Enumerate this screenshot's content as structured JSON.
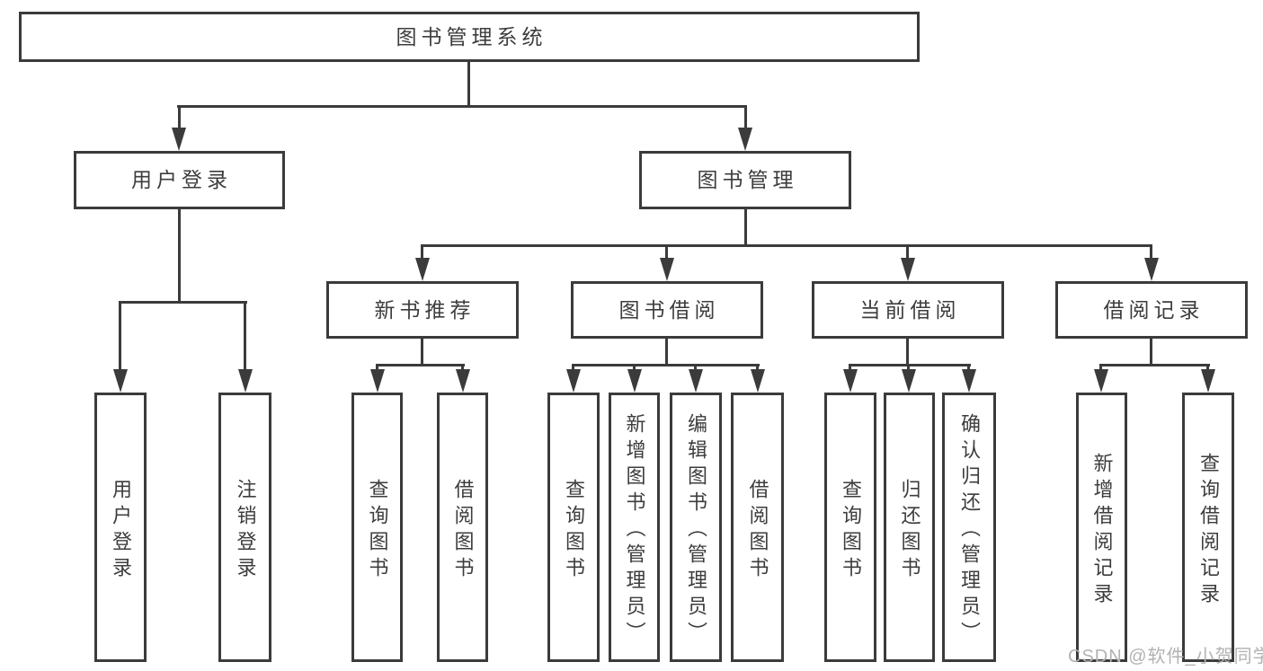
{
  "diagram": {
    "root": {
      "label": "图书管理系统"
    },
    "user_login": {
      "label": "用户登录",
      "children": [
        {
          "label": "用户登录"
        },
        {
          "label": "注销登录"
        }
      ]
    },
    "book_mgmt": {
      "label": "图书管理",
      "children": [
        {
          "label": "新书推荐",
          "children": [
            {
              "label": "查询图书"
            },
            {
              "label": "借阅图书"
            }
          ]
        },
        {
          "label": "图书借阅",
          "children": [
            {
              "label": "查询图书"
            },
            {
              "label": "新增图书（管理员）"
            },
            {
              "label": "编辑图书（管理员）"
            },
            {
              "label": "借阅图书"
            }
          ]
        },
        {
          "label": "当前借阅",
          "children": [
            {
              "label": "查询图书"
            },
            {
              "label": "归还图书"
            },
            {
              "label": "确认归还（管理员）"
            }
          ]
        },
        {
          "label": "借阅记录",
          "children": [
            {
              "label": "新增借阅记录"
            },
            {
              "label": "查询借阅记录"
            }
          ]
        }
      ]
    }
  },
  "watermark": {
    "text": "CSDN @软件_小贺同学"
  },
  "colors": {
    "line": "#3b3b3b",
    "text": "#3d3d3d",
    "watermark": "#b2b2b2",
    "background": "#ffffff"
  }
}
